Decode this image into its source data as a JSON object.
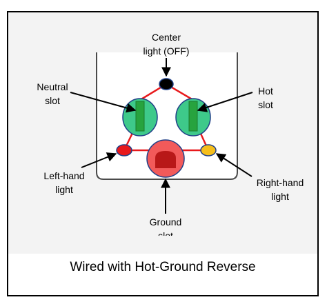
{
  "diagram": {
    "caption": "Wired with Hot-Ground Reverse",
    "labels": {
      "center_light": "Center\nlight (OFF)",
      "neutral_slot": "Neutral\nslot",
      "hot_slot": "Hot\nslot",
      "left_light": "Left-hand\nlight",
      "right_light": "Right-hand\nlight",
      "ground_slot": "Ground\nslot"
    },
    "light_states": {
      "center": {
        "state": "OFF",
        "color": "#000000"
      },
      "left": {
        "color": "#e8191c"
      },
      "right": {
        "color": "#f5be1b"
      }
    },
    "colors": {
      "wire": "#e8191c",
      "slot_ring": "#3ec98a",
      "slot_bar": "#27a33e",
      "ground_ring": "#f25a5a",
      "ground_slot": "#b81818",
      "outline": "#1f3f87"
    }
  }
}
